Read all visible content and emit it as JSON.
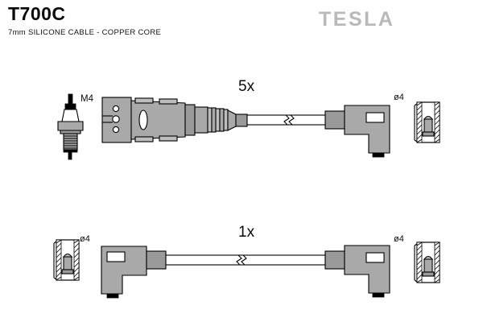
{
  "header": {
    "part_code": "T700C",
    "description": "7mm SILICONE CABLE - COPPER CORE",
    "brand": "TESLA"
  },
  "assemblies": [
    {
      "id": "upper",
      "quantity_label": "5x",
      "thread_label": "M4",
      "left_diameter_label": "",
      "right_diameter_label": "ø4",
      "components": [
        "spark-plug",
        "straight-distributor-boot",
        "ribbed-strain-relief",
        "ignition-cable",
        "right-angle-plug-boot",
        "terminal-boot-section"
      ]
    },
    {
      "id": "lower",
      "quantity_label": "1x",
      "thread_label": "",
      "left_diameter_label": "ø4",
      "right_diameter_label": "ø4",
      "components": [
        "terminal-boot-section",
        "left-angle-plug-boot",
        "ignition-cable",
        "right-angle-plug-boot",
        "terminal-boot-section"
      ]
    }
  ],
  "colors": {
    "outline": "#000000",
    "body": "#a9a9a9",
    "body_light": "#bdbdbd",
    "brand_grey": "#b9b9b9",
    "background": "#fefefe"
  }
}
